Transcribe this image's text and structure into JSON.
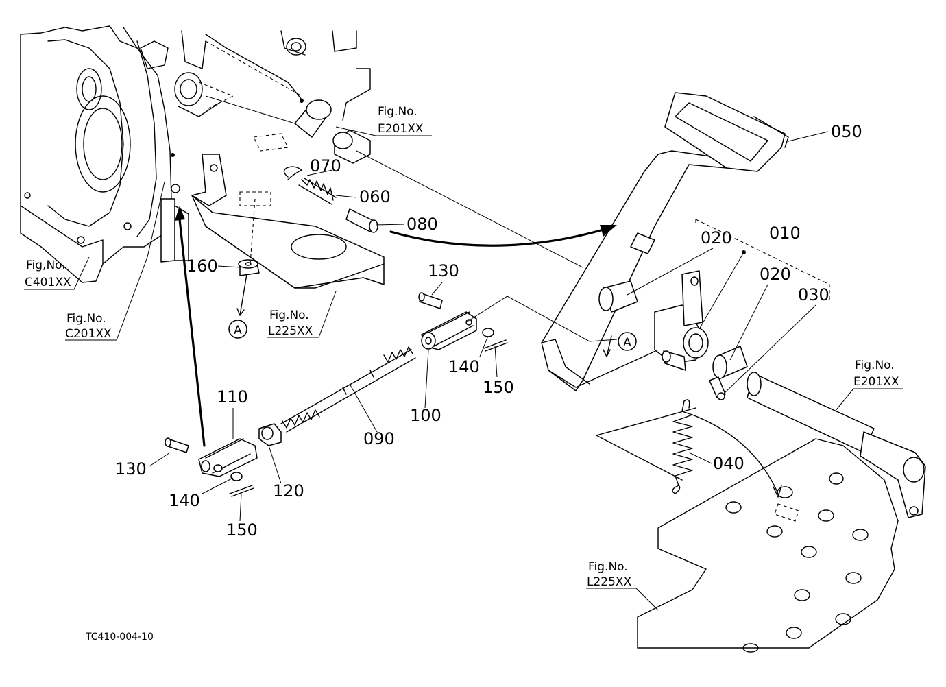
{
  "diagram": {
    "footer_code": "TC410-004-10",
    "callout_marker": "A",
    "part_numbers": {
      "p010": "010",
      "p020a": "020",
      "p020b": "020",
      "p030": "030",
      "p040": "040",
      "p050": "050",
      "p060": "060",
      "p070": "070",
      "p080": "080",
      "p090": "090",
      "p100": "100",
      "p110": "110",
      "p120": "120",
      "p130a": "130",
      "p130b": "130",
      "p140a": "140",
      "p140b": "140",
      "p150a": "150",
      "p150b": "150",
      "p160": "160"
    },
    "figure_refs": {
      "e201_top": {
        "prefix": "Fig.No.",
        "code": "E201XX"
      },
      "c401": {
        "prefix": "Fig,No.",
        "code": "C401XX"
      },
      "c201": {
        "prefix": "Fig.No.",
        "code": "C201XX"
      },
      "l225_mid": {
        "prefix": "Fig.No.",
        "code": "L225XX"
      },
      "e201_right": {
        "prefix": "Fig.No.",
        "code": "E201XX"
      },
      "l225_bottom": {
        "prefix": "Fig.No.",
        "code": "L225XX"
      }
    }
  }
}
